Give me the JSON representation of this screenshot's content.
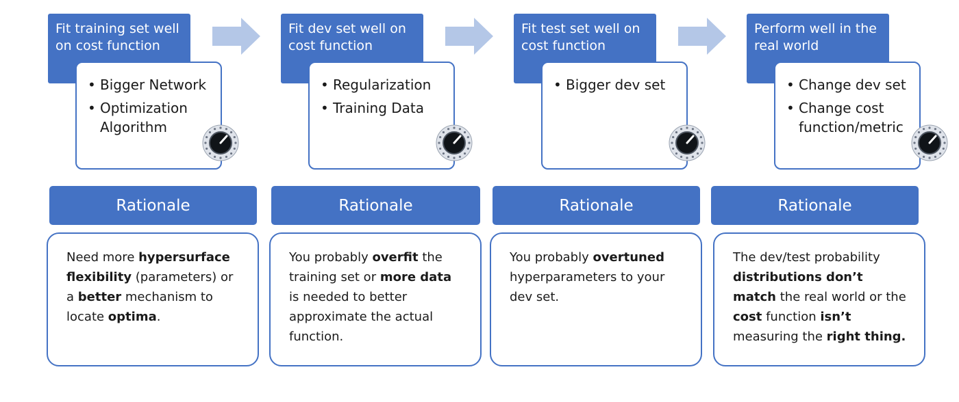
{
  "stages": [
    {
      "goal": "Fit training set well on cost function",
      "knobs": [
        "Bigger Network",
        "Optimization Algorithm"
      ],
      "rationale": "Rationale",
      "explanation": [
        {
          "t": "Need more "
        },
        {
          "t": "hypersurface flexibility",
          "b": true
        },
        {
          "t": " (parameters) or a "
        },
        {
          "t": "better",
          "b": true
        },
        {
          "t": " mechanism to locate "
        },
        {
          "t": "optima",
          "b": true
        },
        {
          "t": "."
        }
      ]
    },
    {
      "goal": "Fit dev set well on cost function",
      "knobs": [
        "Regularization",
        "Training Data"
      ],
      "rationale": "Rationale",
      "explanation": [
        {
          "t": "You probably "
        },
        {
          "t": "overfit",
          "b": true
        },
        {
          "t": " the training set or "
        },
        {
          "t": "more data",
          "b": true
        },
        {
          "t": " is needed to better approximate the actual function."
        }
      ]
    },
    {
      "goal": "Fit test set well on cost function",
      "knobs": [
        "Bigger dev set"
      ],
      "rationale": "Rationale",
      "explanation": [
        {
          "t": "You probably "
        },
        {
          "t": "overtuned",
          "b": true
        },
        {
          "t": " hyperparameters to your dev set."
        }
      ]
    },
    {
      "goal": "Perform well in the real world",
      "knobs": [
        "Change dev set",
        "Change cost function/metric"
      ],
      "rationale": "Rationale",
      "explanation": [
        {
          "t": "The dev/test probability "
        },
        {
          "t": "distributions don’t match",
          "b": true
        },
        {
          "t": " the real world or the "
        },
        {
          "t": "cost",
          "b": true
        },
        {
          "t": " function "
        },
        {
          "t": "isn’t",
          "b": true
        },
        {
          "t": " measuring the "
        },
        {
          "t": "right thing.",
          "b": true
        }
      ]
    }
  ],
  "colors": {
    "primary_blue": "#4472c4",
    "arrow_fill": "#b4c7e7",
    "white": "#ffffff"
  },
  "icons": {
    "arrow": "right-arrow-icon",
    "dial": "tuning-knob-icon"
  }
}
